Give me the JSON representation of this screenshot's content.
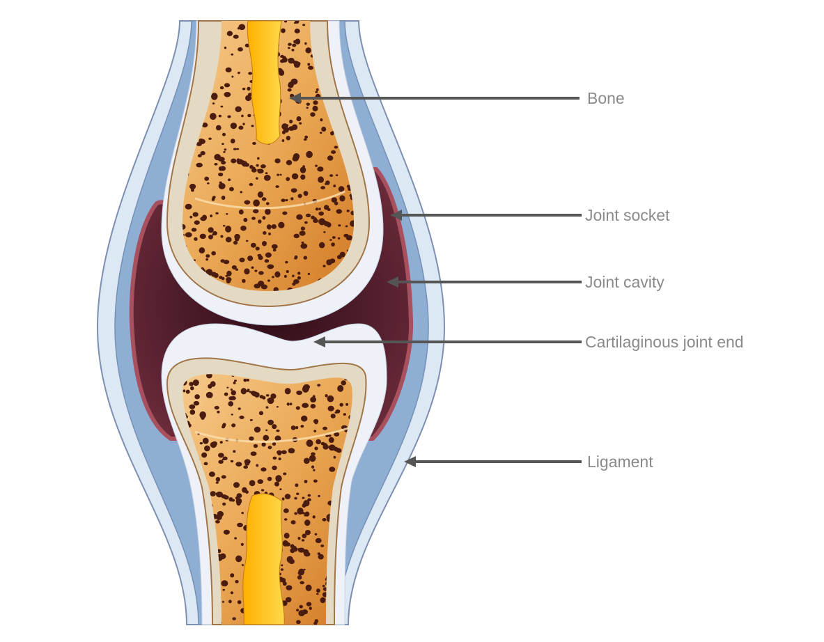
{
  "diagram": {
    "labels": [
      {
        "id": "bone",
        "text": "Bone"
      },
      {
        "id": "joint-socket",
        "text": "Joint socket"
      },
      {
        "id": "joint-cavity",
        "text": "Joint cavity"
      },
      {
        "id": "cartilage",
        "text": "Cartilaginous joint end"
      },
      {
        "id": "ligament",
        "text": "Ligament"
      }
    ],
    "colors": {
      "label": "#8a8a8a",
      "arrow": "#555555",
      "ligament_outer": "#dde8f5",
      "ligament_inner": "#8eaed3",
      "capsule": "#4a1a28",
      "capsule_edge": "#a8505e",
      "cartilage": "#eef2f8",
      "cortex": "#e4d9c3",
      "spongy": "#e8a050",
      "marrow": "#ffc20e"
    }
  }
}
